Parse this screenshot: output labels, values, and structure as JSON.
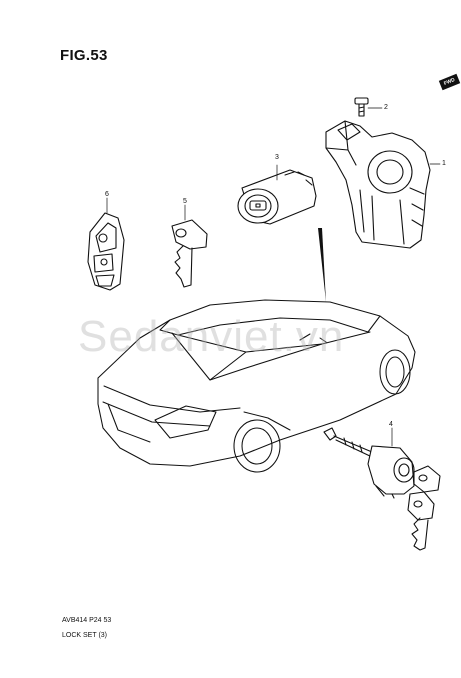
{
  "figure": {
    "title": "FIG.53"
  },
  "direction_badge": {
    "label": "FWD",
    "icon": "forward-arrow-icon"
  },
  "watermark": "Sedanviet.vn",
  "callouts": [
    {
      "id": "c1",
      "number": "1"
    },
    {
      "id": "c2",
      "number": "2"
    },
    {
      "id": "c3",
      "number": "3"
    },
    {
      "id": "c4",
      "number": "4"
    },
    {
      "id": "c5",
      "number": "5"
    },
    {
      "id": "c6",
      "number": "6"
    }
  ],
  "footer": {
    "code": "AVB414 P24 53",
    "label": "LOCK SET (3)"
  },
  "colors": {
    "line": "#111111",
    "watermark": "#b4b4b4"
  }
}
